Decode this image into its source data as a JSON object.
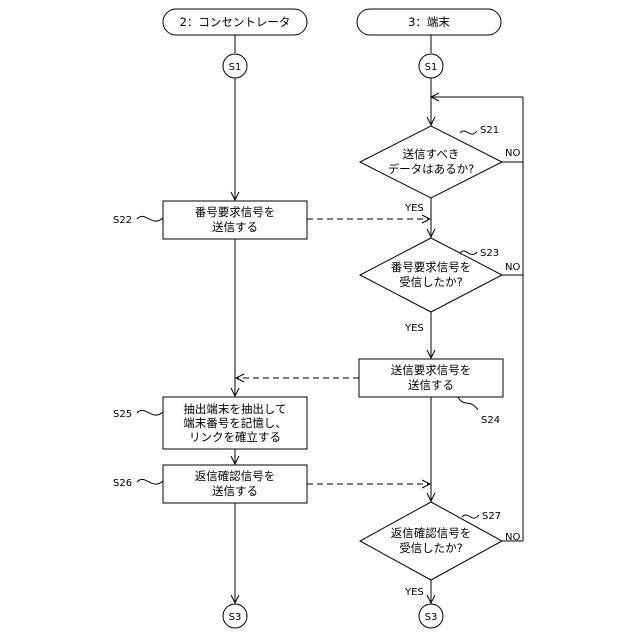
{
  "lanes": {
    "left": "2：コンセントレータ",
    "right": "3：端末"
  },
  "connectors": {
    "left_start": "S1",
    "right_start": "S1",
    "left_end": "S3",
    "right_end": "S3"
  },
  "steps": {
    "s21": {
      "id": "S21",
      "line1": "送信すべき",
      "line2": "データはあるか?",
      "yes": "YES",
      "no": "NO"
    },
    "s22": {
      "id": "S22",
      "line1": "番号要求信号を",
      "line2": "送信する"
    },
    "s23": {
      "id": "S23",
      "line1": "番号要求信号を",
      "line2": "受信したか?",
      "yes": "YES",
      "no": "NO"
    },
    "s24": {
      "id": "S24",
      "line1": "送信要求信号を",
      "line2": "送信する"
    },
    "s25": {
      "id": "S25",
      "line1": "抽出端末を抽出して",
      "line2": "端末番号を記憶し、",
      "line3": "リンクを確立する"
    },
    "s26": {
      "id": "S26",
      "line1": "返信確認信号を",
      "line2": "送信する"
    },
    "s27": {
      "id": "S27",
      "line1": "返信確認信号を",
      "line2": "受信したか?",
      "yes": "YES",
      "no": "NO"
    }
  }
}
